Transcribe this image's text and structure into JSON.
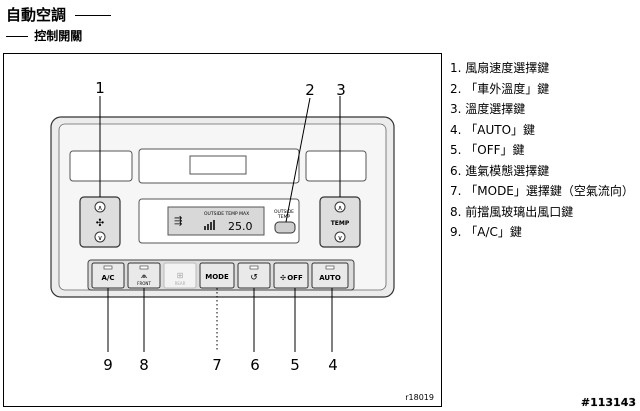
{
  "header": {
    "title": "自動空調",
    "subtitle": "控制開關"
  },
  "diagram": {
    "callout_numbers_top": [
      "1",
      "2",
      "3"
    ],
    "callout_numbers_bottom": [
      "9",
      "8",
      "7",
      "6",
      "5",
      "4"
    ],
    "buttons": {
      "ac": "A/C",
      "front": "FRONT",
      "rear": "REAR",
      "mode": "MODE",
      "off": "OFF",
      "auto": "AUTO",
      "temp": "TEMP",
      "outside_temp_line1": "OUTSIDE",
      "outside_temp_line2": "TEMP"
    },
    "display": {
      "label": "OUTSIDE TEMP MAX",
      "value": "25.0"
    },
    "figure_id": "r18019"
  },
  "legend": {
    "items": [
      "1. 風扇速度選擇鍵",
      "2. 「車外溫度」鍵",
      "3. 溫度選擇鍵",
      "4. 「AUTO」鍵",
      "5. 「OFF」鍵",
      "6. 進氣模態選擇鍵",
      "7. 「MODE」選擇鍵（空氣流向）",
      "8. 前擋風玻璃出風口鍵",
      "9. 「A/C」鍵"
    ]
  },
  "badge": "#113143"
}
